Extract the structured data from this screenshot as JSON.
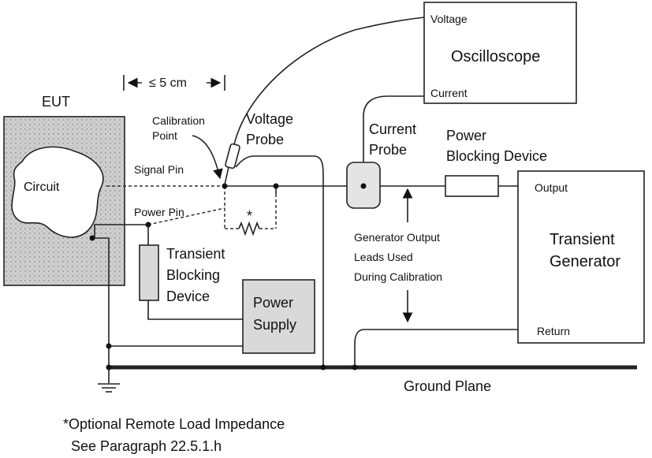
{
  "labels": {
    "eut": "EUT",
    "circuit": "Circuit",
    "distance": "≤ 5 cm",
    "calibration_line1": "Calibration",
    "calibration_line2": "Point",
    "voltage_probe_line1": "Voltage",
    "voltage_probe_line2": "Probe",
    "signal_pin": "Signal Pin",
    "power_pin": "Power Pin",
    "optional_marker": "*",
    "transient_blocking_line1": "Transient",
    "transient_blocking_line2": "Blocking",
    "transient_blocking_line3": "Device",
    "power_supply_line1": "Power",
    "power_supply_line2": "Supply",
    "oscilloscope": "Oscilloscope",
    "osc_voltage": "Voltage",
    "osc_current": "Current",
    "current_probe_line1": "Current",
    "current_probe_line2": "Probe",
    "power_blocking_line1": "Power",
    "power_blocking_line2": "Blocking Device",
    "gen_leads_line1": "Generator Output",
    "gen_leads_line2": "Leads Used",
    "gen_leads_line3": "During Calibration",
    "transient_gen_line1": "Transient",
    "transient_gen_line2": "Generator",
    "output": "Output",
    "return": "Return",
    "ground_plane": "Ground Plane",
    "footnote_line1": "*Optional Remote Load Impedance",
    "footnote_line2": "See Paragraph 22.5.1.h"
  },
  "colors": {
    "line": "#222222",
    "box_fill_grey": "#d9d9d9",
    "background": "#ffffff"
  }
}
